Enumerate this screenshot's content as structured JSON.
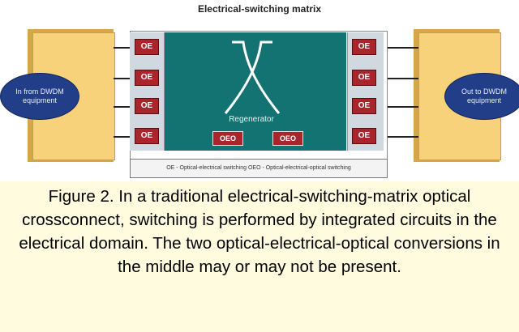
{
  "diagram": {
    "title": "Electrical-switching matrix",
    "left_equipment": "In from DWDM equipment",
    "right_equipment": "Out to DWDM equipment",
    "left_converters": [
      "OE",
      "OE",
      "OE",
      "OE"
    ],
    "right_converters": [
      "OE",
      "OE",
      "OE",
      "OE"
    ],
    "center_label": "Regenerator",
    "oeo_labels": [
      "OEO",
      "OEO"
    ],
    "legend": "OE - Optical-electrical switching     OEO - Optical-electrical-optical switching"
  },
  "caption": "Figure 2. In a traditional electrical-switching-matrix optical crossconnect, switching is performed by integrated circuits in the electrical domain. The two optical-electrical-optical conversions in the middle may or may not be present."
}
